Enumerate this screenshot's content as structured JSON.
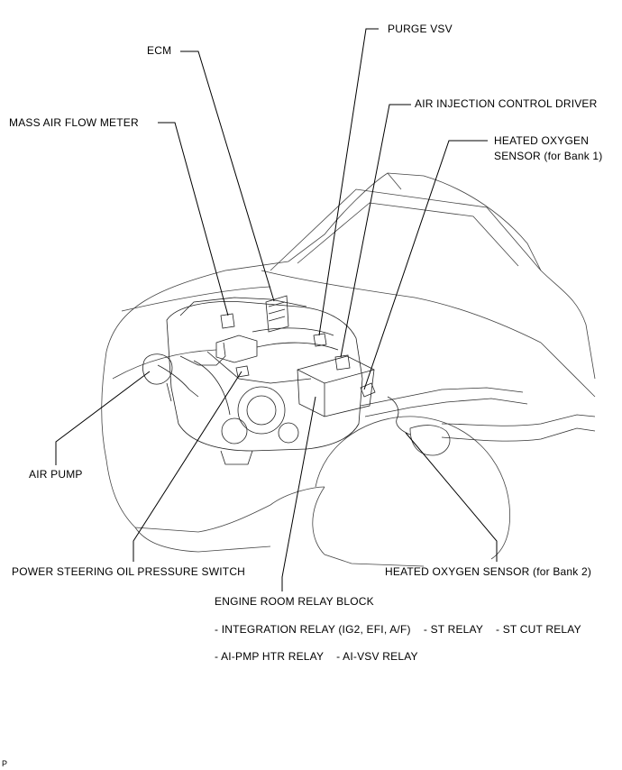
{
  "labels": {
    "purge_vsv": "PURGE VSV",
    "ecm": "ECM",
    "air_injection_driver": "AIR INJECTION CONTROL DRIVER",
    "mass_air_flow": "MASS AIR FLOW METER",
    "ho2_bank1_line1": "HEATED OXYGEN",
    "ho2_bank1_line2": "SENSOR (for Bank 1)",
    "air_pump": "AIR PUMP",
    "ps_switch": "POWER STEERING OIL PRESSURE SWITCH",
    "ho2_bank2": "HEATED OXYGEN SENSOR (for Bank 2)",
    "relay_block": "ENGINE ROOM RELAY BLOCK",
    "relay_line1": "- INTEGRATION RELAY (IG2, EFI, A/F)    - ST RELAY    - ST CUT RELAY",
    "relay_line2": "- AI-PMP HTR RELAY    - AI-VSV RELAY"
  },
  "corner_mark": "P"
}
